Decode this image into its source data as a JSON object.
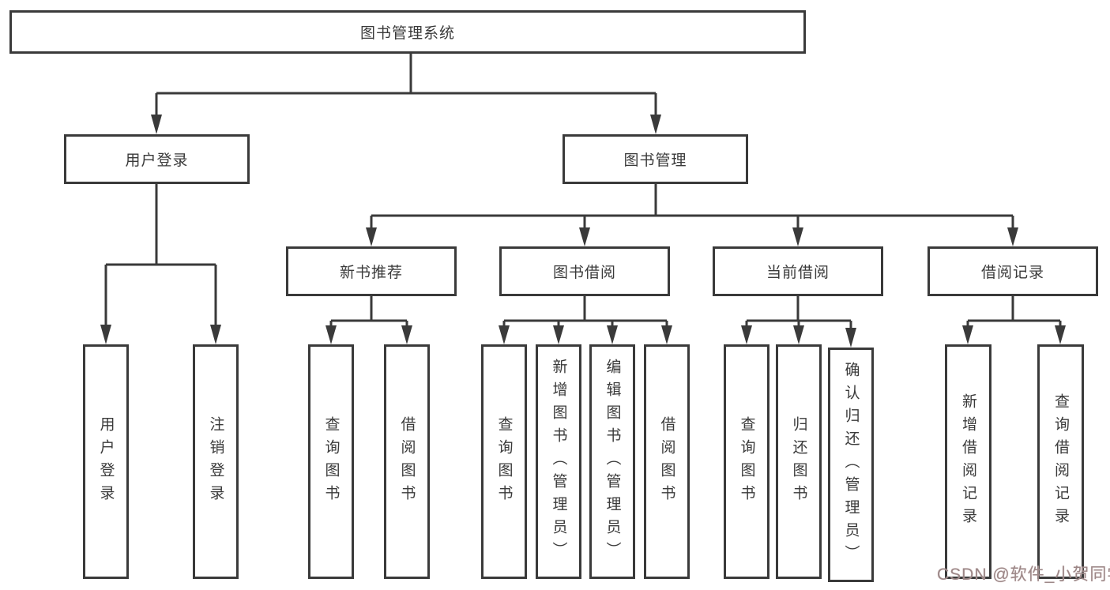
{
  "diagram_title": "图书管理系统",
  "tree": {
    "root": {
      "label": "图书管理系统",
      "children": [
        {
          "label": "用户登录",
          "children": [
            {
              "label": "用户登录"
            },
            {
              "label": "注销登录"
            }
          ]
        },
        {
          "label": "图书管理",
          "children": [
            {
              "label": "新书推荐",
              "children": [
                {
                  "label": "查询图书"
                },
                {
                  "label": "借阅图书"
                }
              ]
            },
            {
              "label": "图书借阅",
              "children": [
                {
                  "label": "查询图书"
                },
                {
                  "label": "新增图书（管理员）"
                },
                {
                  "label": "编辑图书（管理员）"
                },
                {
                  "label": "借阅图书"
                }
              ]
            },
            {
              "label": "当前借阅",
              "children": [
                {
                  "label": "查询图书"
                },
                {
                  "label": "归还图书"
                },
                {
                  "label": "确认归还（管理员）"
                }
              ]
            },
            {
              "label": "借阅记录",
              "children": [
                {
                  "label": "新增借阅记录"
                },
                {
                  "label": "查询借阅记录"
                }
              ]
            }
          ]
        }
      ]
    }
  },
  "watermark": {
    "text": "CSDN @软件_小贺同学"
  },
  "colors": {
    "line": "#3a3a3a",
    "text": "#3a3a3a",
    "background": "#ffffff",
    "watermark": "#9c8888"
  }
}
